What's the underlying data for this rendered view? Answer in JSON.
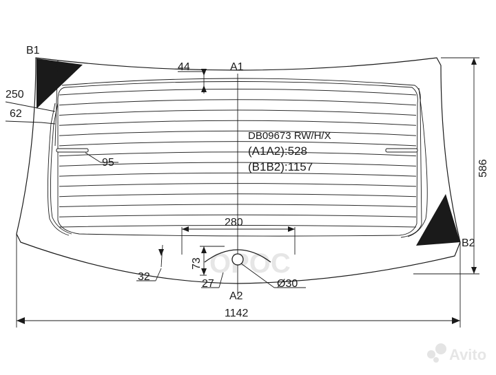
{
  "drawing": {
    "part_code": "DB09673 RW/H/X",
    "a1a2_label": "(A1A2):528",
    "b1b2_label": "(B1B2):1157",
    "points": {
      "a1": "A1",
      "a2": "A2",
      "b1": "B1",
      "b2": "B2"
    },
    "dimensions": {
      "top_gap": "44",
      "side_250": "250",
      "side_62": "62",
      "mirror_95": "95",
      "width_280": "280",
      "height_586": "586",
      "bottom_73": "73",
      "bottom_27": "27",
      "bottom_32": "32",
      "hole_30": "Ø30",
      "total_1142": "1142"
    }
  },
  "watermarks": {
    "center": "OPOC",
    "brand": "Avito"
  }
}
